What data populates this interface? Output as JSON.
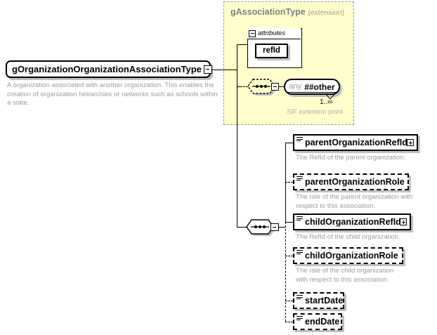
{
  "diagram": {
    "kind": "xsd-schema-diagram",
    "colors": {
      "extension_background": "#ffffcc",
      "extension_border": "#999999",
      "description_text": "#9c9c9c",
      "box_border": "#000000",
      "shadow": "#c0c0c0",
      "muted_label": "#808080"
    }
  },
  "root": {
    "name": "gOrganizationOrganizationAssociationType",
    "toggle_icon": "minus-square-icon",
    "description": "A organization associated with another organization. This enables the\ncreation of organization heirarchies or networks such as schools within\na state."
  },
  "extension": {
    "title": "gAssociationType",
    "suffix": "(extension)",
    "attributes": {
      "label": "attributes",
      "toggle_icon": "minus-square-icon",
      "items": [
        {
          "name": "refId",
          "kind": "attribute",
          "required": true
        }
      ]
    },
    "wildcard": {
      "sequence_icon": "sequence-connector-icon",
      "toggle_icon": "minus-square-icon",
      "keyword": "any",
      "namespace": "##other",
      "occurs": "1..∞",
      "note": "SIF extention point"
    }
  },
  "sequence": {
    "icon": "sequence-connector-icon",
    "toggle_icon": "minus-square-icon"
  },
  "elements": [
    {
      "name": "parentOrganizationRefId",
      "optional": false,
      "expandable": true,
      "expand_icon": "plus-square-icon",
      "glyph": "element-icon",
      "description": "The RefId of the parent organization."
    },
    {
      "name": "parentOrganizationRole",
      "optional": true,
      "expandable": false,
      "glyph": "element-icon",
      "description": "The role of the parent organization with\nrespect to this association."
    },
    {
      "name": "childOrganizationRefId",
      "optional": false,
      "expandable": true,
      "expand_icon": "plus-square-icon",
      "glyph": "element-icon",
      "description": "The RefId of the child organization."
    },
    {
      "name": "childOrganizationRole",
      "optional": true,
      "expandable": false,
      "glyph": "element-icon",
      "description": "The role of the child organization\nwith respect to this association."
    },
    {
      "name": "startDate",
      "optional": true,
      "expandable": false,
      "glyph": "element-icon",
      "description": ""
    },
    {
      "name": "endDate",
      "optional": true,
      "expandable": false,
      "glyph": "element-icon",
      "description": ""
    }
  ]
}
